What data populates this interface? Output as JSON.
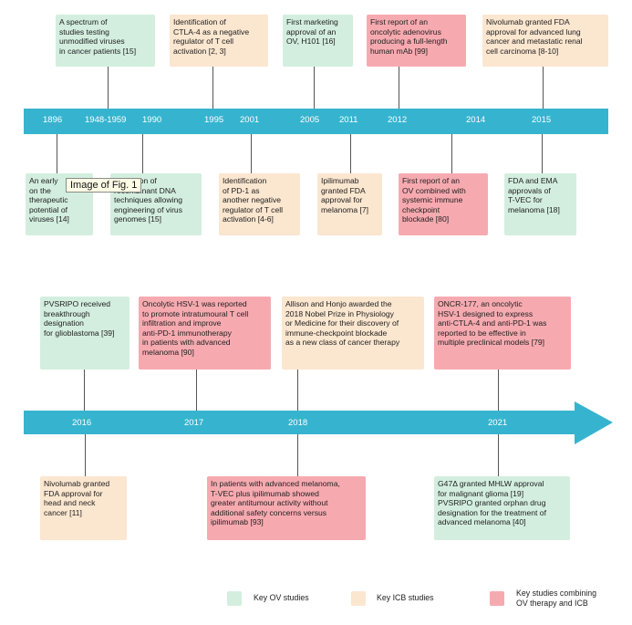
{
  "tooltip": "Image of Fig. 1",
  "colors": {
    "ov": "#d3eedf",
    "icb": "#fbe6cf",
    "combined": "#f6aab0",
    "timeline": "#36b4cf"
  },
  "timeline1": {
    "years": [
      "1896",
      "1948-1959",
      "1990",
      "1995",
      "2001",
      "2005",
      "2011",
      "2012",
      "2014",
      "2015"
    ],
    "top_events": [
      {
        "text": "A spectrum of\nstudies testing\nunmodified viruses\nin cancer patients [15]",
        "category": "ov"
      },
      {
        "text": "Identification of\nCTLA-4 as a negative\nregulator of T cell\nactivation [2, 3]",
        "category": "icb"
      },
      {
        "text": "First marketing\napproval of an\nOV, H101 [16]",
        "category": "ov"
      },
      {
        "text": "First report of an\noncolytic adenovirus\nproducing a full-length\nhuman mAb [99]",
        "category": "combined"
      },
      {
        "text": "Nivolumab granted FDA\napproval for advanced lung\ncancer and metastatic renal\ncell carcinoma [8-10]",
        "category": "icb"
      }
    ],
    "bottom_events": [
      {
        "text": "An early\non the\ntherapeutic\npotential of\nviruses [14]",
        "category": "ov"
      },
      {
        "text": "ardization of\nrecombinant DNA\ntechniques allowing\nengineering of virus\ngenomes [15]",
        "category": "ov"
      },
      {
        "text": "Identification\nof PD-1 as\nanother negative\nregulator of T cell\nactivation [4-6]",
        "category": "icb"
      },
      {
        "text": "Ipilimumab\ngranted FDA\napproval for\nmelanoma [7]",
        "category": "icb"
      },
      {
        "text": "First report of an\nOV combined with\nsystemic immune\ncheckpoint\nblockade [80]",
        "category": "combined"
      },
      {
        "text": "FDA and EMA\napprovals of\nT-VEC for\nmelanoma [18]",
        "category": "ov"
      }
    ]
  },
  "timeline2": {
    "years": [
      "2016",
      "2017",
      "2018",
      "2021"
    ],
    "top_events": [
      {
        "text": "PVSRIPO received\nbreakthrough\ndesignation\nfor glioblastoma [39]",
        "category": "ov"
      },
      {
        "text": "Oncolytic HSV-1 was reported\nto promote intratumoural T cell\ninfiltration and improve\nanti-PD-1 immunotherapy\nin patients with advanced\nmelanoma [90]",
        "category": "combined"
      },
      {
        "text": "Allison and Honjo awarded the\n2018 Nobel Prize in Physiology\nor Medicine for their discovery of\nimmune-checkpoint blockade\nas a new class of cancer therapy",
        "category": "icb"
      },
      {
        "text": "ONCR-177, an oncolytic\nHSV-1 designed to express\nanti-CTLA-4 and anti-PD-1 was\nreported to be effective in\nmultiple preclinical models [79]",
        "category": "combined"
      }
    ],
    "bottom_events": [
      {
        "text": "Nivolumab granted\nFDA approval for\nhead and neck\ncancer [11]",
        "category": "icb"
      },
      {
        "text": "In patients with advanced melanoma,\nT-VEC plus ipilimumab showed\ngreater antitumour activity without\nadditional safety concerns versus\nipilimumab [93]",
        "category": "combined"
      },
      {
        "text": "G47Δ granted MHLW approval\nfor malignant glioma [19]\nPVSRIPO granted orphan drug\ndesignation for the treatment of\nadvanced melanoma [40]",
        "category": "ov"
      }
    ]
  },
  "legend": [
    {
      "label": "Key OV studies",
      "category": "ov"
    },
    {
      "label": "Key ICB studies",
      "category": "icb"
    },
    {
      "label": "Key studies combining\nOV therapy and ICB",
      "category": "combined"
    }
  ]
}
